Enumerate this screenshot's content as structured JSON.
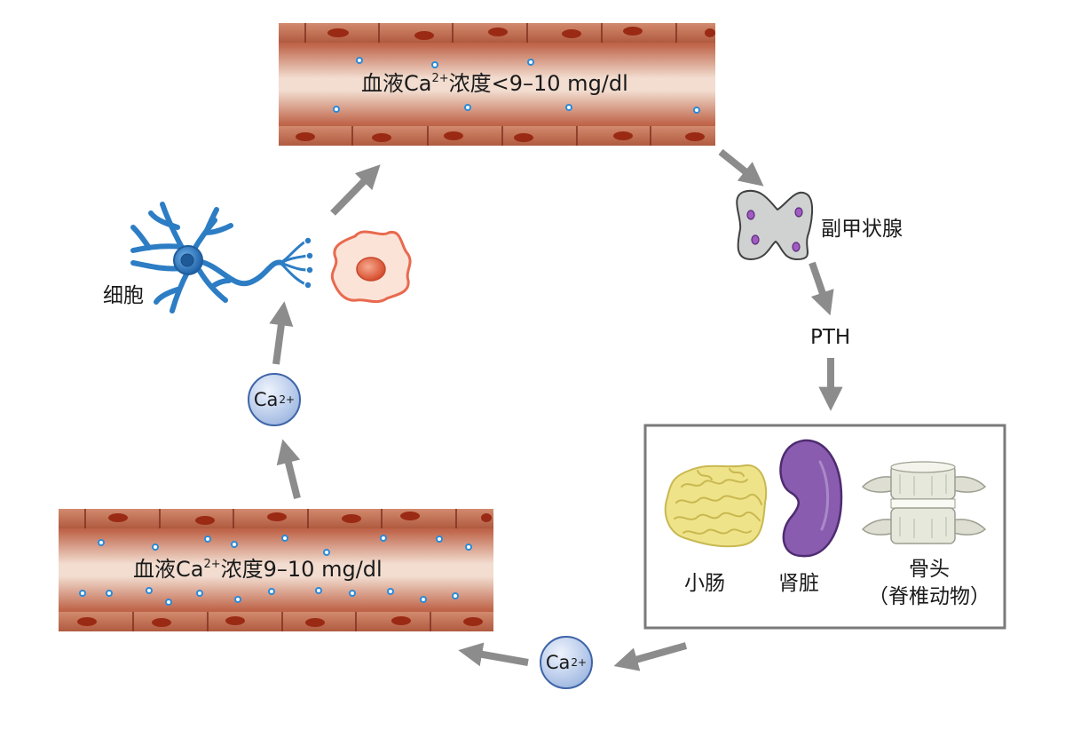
{
  "top_vessel": {
    "label_prefix": "血液Ca",
    "label_sup": "2+",
    "label_suffix": "浓度<9–10 mg/dl"
  },
  "bottom_vessel": {
    "label_prefix": "血液Ca",
    "label_sup": "2+",
    "label_suffix": "浓度9–10 mg/dl"
  },
  "parathyroid": {
    "label": "副甲状腺"
  },
  "hormone": {
    "label": "PTH"
  },
  "cells": {
    "label": "细胞"
  },
  "ion": {
    "symbol": "Ca",
    "charge": "2+"
  },
  "organs": {
    "small_intestine": "小肠",
    "kidney": "肾脏",
    "bone_line1": "骨头",
    "bone_line2": "（脊椎动物）"
  },
  "colors": {
    "vessel": "#b4553c",
    "blood_cell": "#9a2a14",
    "arrow": "#8c8c8c",
    "neuron": "#2d7dc4",
    "cell": "#e86a4e",
    "kidney": "#8a5cb0",
    "intestine": "#efe38a",
    "bone": "#dedfd2",
    "ion_dot": "#2a8ad8"
  }
}
